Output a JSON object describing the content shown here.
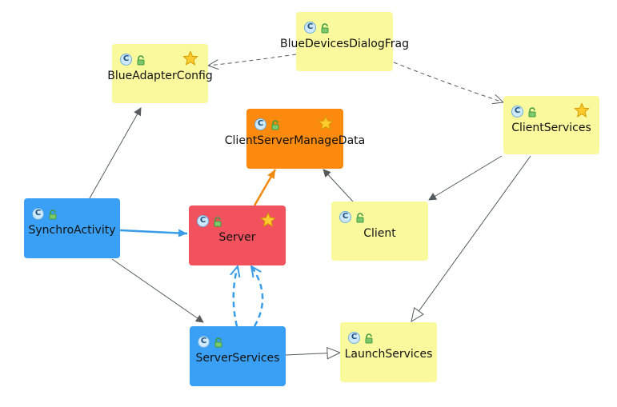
{
  "colors": {
    "plain": "#fbf99d",
    "activity": "#3aa0f5",
    "server": "#f1525e",
    "manage": "#fb8a0f",
    "edge_gray": "#555a5e",
    "edge_blue": "#3a9de8",
    "edge_orange": "#f08a10"
  },
  "icons": {
    "class": "class-icon",
    "unlocked": "unlocked-lock-icon",
    "favorite": "star-icon"
  },
  "class_icon_glyph": "C",
  "nodes": {
    "blue_adapter_config": {
      "label": "BlueAdapterConfig",
      "starred": true
    },
    "blue_devices_dialog_frag": {
      "label": "BlueDevicesDialogFrag",
      "starred": false
    },
    "client_services": {
      "label": "ClientServices",
      "starred": true
    },
    "client_server_manage_data": {
      "label": "ClientServerManageData",
      "starred": true
    },
    "synchro_activity": {
      "label": "SynchroActivity",
      "starred": false
    },
    "server": {
      "label": "Server",
      "starred": true
    },
    "client": {
      "label": "Client",
      "starred": false
    },
    "server_services": {
      "label": "ServerServices",
      "starred": false
    },
    "launch_services": {
      "label": "LaunchServices",
      "starred": false
    }
  },
  "edges": [
    {
      "from": "synchro_activity",
      "to": "blue_adapter_config",
      "style": "solid-arrow"
    },
    {
      "from": "synchro_activity",
      "to": "server",
      "style": "blue-arrow"
    },
    {
      "from": "synchro_activity",
      "to": "server_services",
      "style": "solid-arrow"
    },
    {
      "from": "blue_devices_dialog_frag",
      "to": "blue_adapter_config",
      "style": "dashed-open"
    },
    {
      "from": "blue_devices_dialog_frag",
      "to": "client_services",
      "style": "dashed-open"
    },
    {
      "from": "client_services",
      "to": "client",
      "style": "solid-arrow"
    },
    {
      "from": "client_services",
      "to": "launch_services",
      "style": "triangle"
    },
    {
      "from": "server",
      "to": "client_server_manage_data",
      "style": "orange-arrow"
    },
    {
      "from": "client",
      "to": "client_server_manage_data",
      "style": "solid-arrow"
    },
    {
      "from": "server_services",
      "to": "server",
      "style": "blue-dashed-double"
    },
    {
      "from": "server_services",
      "to": "launch_services",
      "style": "triangle"
    }
  ]
}
